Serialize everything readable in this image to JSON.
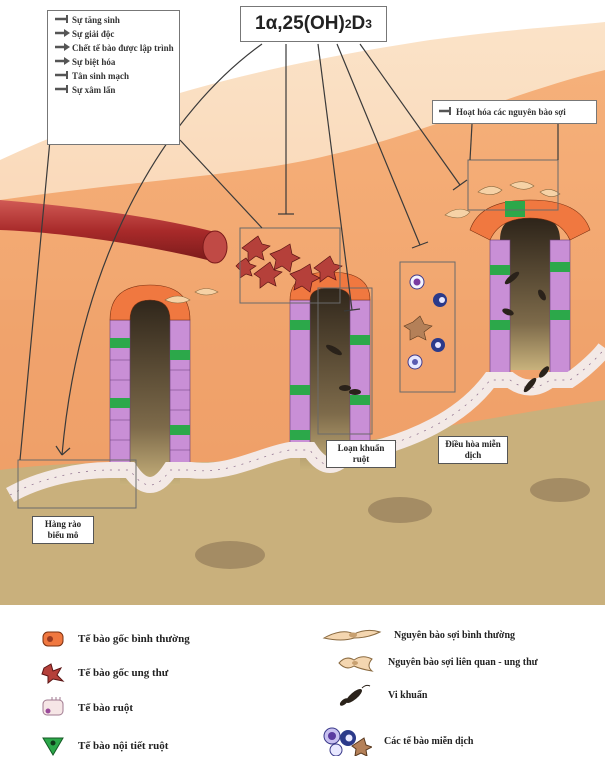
{
  "title": {
    "base": "1α,25(OH)",
    "sub1": "2",
    "mid": "D",
    "sub2": "3"
  },
  "effects": [
    {
      "symbol": "inhibit",
      "label": "Sự tăng sinh"
    },
    {
      "symbol": "arrow",
      "label": "Sự giải độc"
    },
    {
      "symbol": "arrow",
      "label": "Chết tế bào được lập trình"
    },
    {
      "symbol": "arrow",
      "label": "Sự biệt hóa"
    },
    {
      "symbol": "inhibit",
      "label": "Tân sinh mạch"
    },
    {
      "symbol": "inhibit",
      "label": "Sự xâm lấn"
    }
  ],
  "fibroblast_effect": {
    "symbol": "inhibit",
    "label": "Hoạt hóa các nguyên bào sợi"
  },
  "region_labels": {
    "epithelial_barrier": "Hàng rào biểu mô",
    "dysbiosis": "Loạn khuẩn ruột",
    "immune_regulation": "Điều hòa miễn dịch"
  },
  "legend": {
    "left": [
      {
        "icon": "normal-stem-cell-icon",
        "label": "Tế bào gốc bình thường"
      },
      {
        "icon": "cancer-stem-cell-icon",
        "label": "Tế bào gốc ung thư"
      },
      {
        "icon": "enterocyte-icon",
        "label": "Tế bào ruột"
      },
      {
        "icon": "enteroendocrine-cell-icon",
        "label": "Tế bào nội tiết ruột"
      }
    ],
    "right": [
      {
        "icon": "normal-fibroblast-icon",
        "label": "Nguyên bào sợi bình thường"
      },
      {
        "icon": "cancer-associated-fibroblast-icon",
        "label": "Nguyên bào sợi liên quan - ung thư"
      },
      {
        "icon": "bacteria-icon",
        "label": "Vi khuẩn"
      },
      {
        "icon": "immune-cells-icon",
        "label": "Các tế bào miễn dịch"
      }
    ]
  },
  "colors": {
    "background_stroma": "#f2a66f",
    "submucosa": "#c9b07c",
    "stem_cell": "#f07840",
    "endocrine_cell": "#2ca84a",
    "epithelial_cell": "#c98fd6",
    "cancer_cell": "#b5403a",
    "blood_vessel": "#b52e2e"
  }
}
